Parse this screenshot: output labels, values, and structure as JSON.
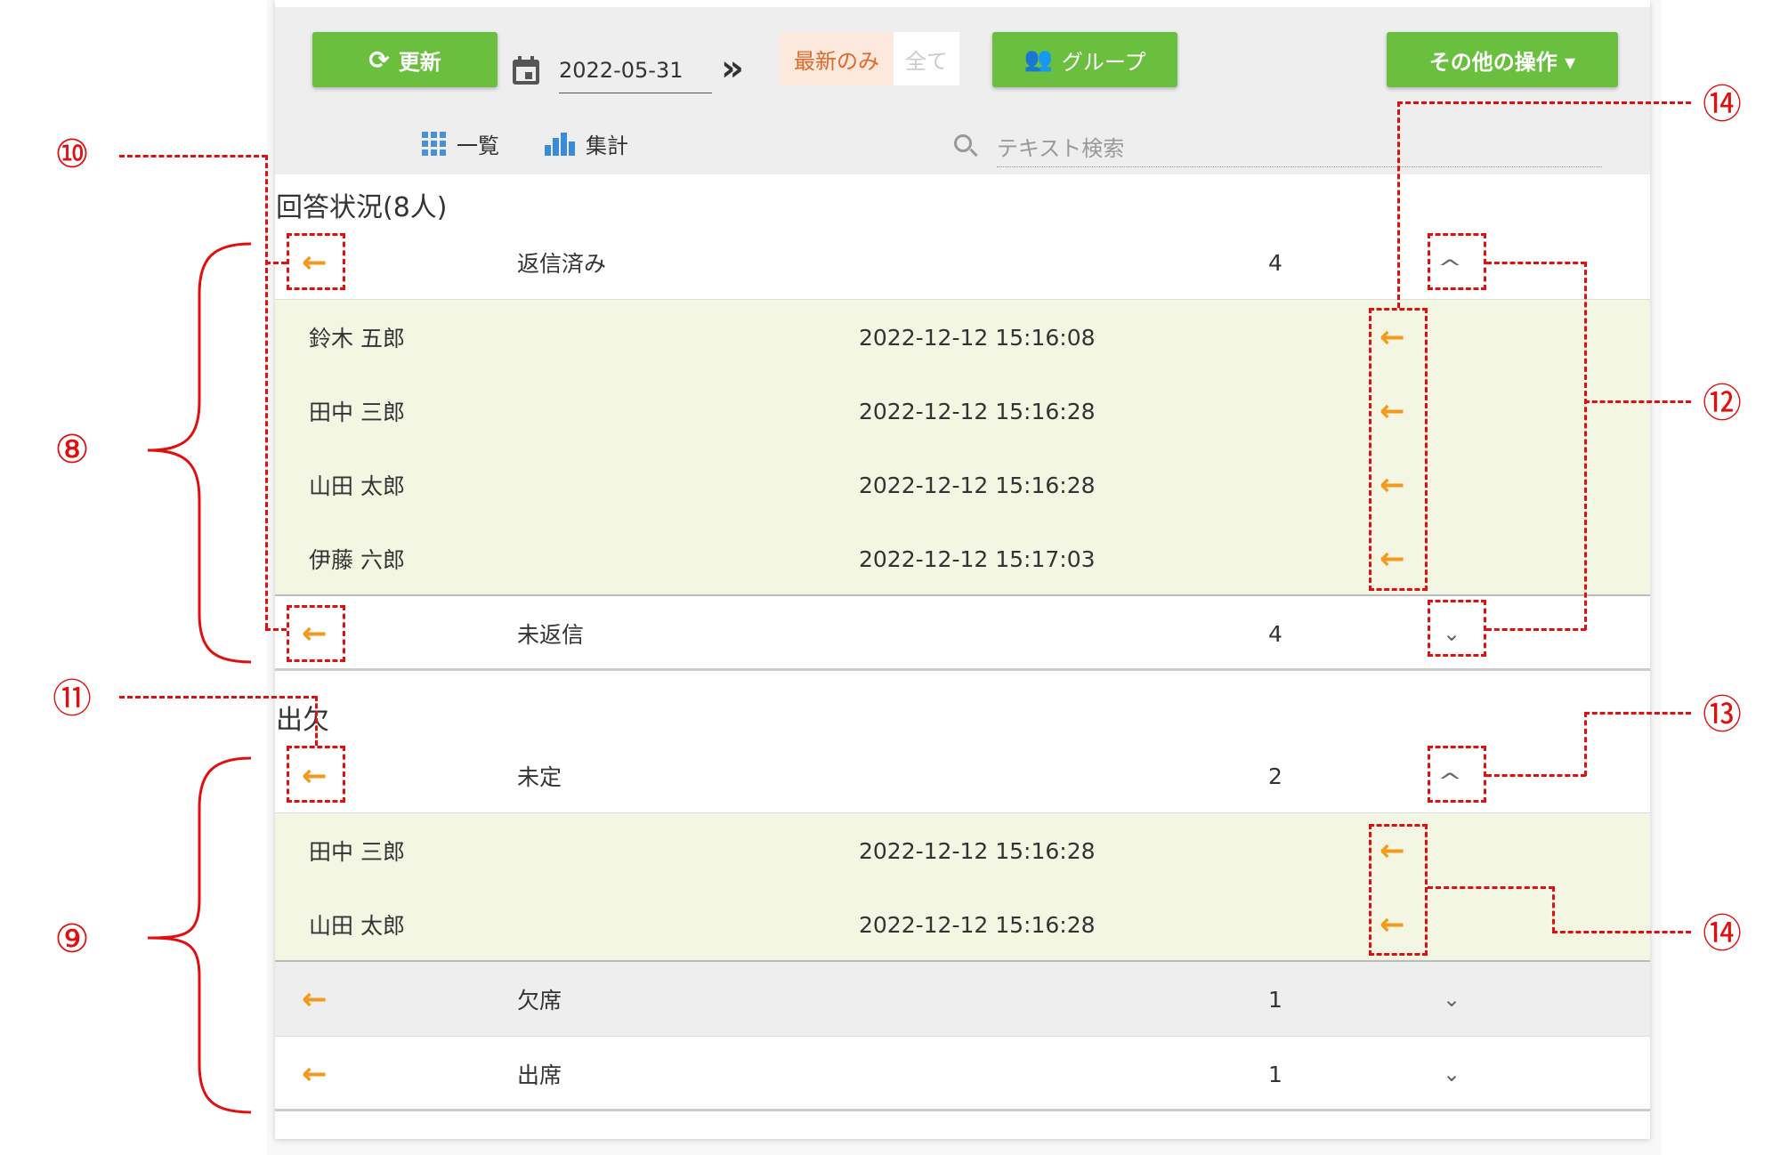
{
  "toolbar": {
    "refresh_label": "更新",
    "date_value": "2022-05-31",
    "filter_latest_label": "最新のみ",
    "filter_all_label": "全て",
    "group_label": "グループ",
    "other_actions_label": "その他の操作 ▾",
    "view_list_label": "一覧",
    "view_summary_label": "集計",
    "search_placeholder": "テキスト検索"
  },
  "section1": {
    "title": "回答状況(8人)",
    "groups": [
      {
        "label": "返信済み",
        "count": "4"
      },
      {
        "label": "未返信",
        "count": "4"
      }
    ],
    "details": [
      {
        "name": "鈴木 五郎",
        "time": "2022-12-12 15:16:08"
      },
      {
        "name": "田中 三郎",
        "time": "2022-12-12 15:16:28"
      },
      {
        "name": "山田 太郎",
        "time": "2022-12-12 15:16:28"
      },
      {
        "name": "伊藤 六郎",
        "time": "2022-12-12 15:17:03"
      }
    ]
  },
  "section2": {
    "title": "出欠",
    "groups": [
      {
        "label": "未定",
        "count": "2"
      },
      {
        "label": "欠席",
        "count": "1"
      },
      {
        "label": "出席",
        "count": "1"
      }
    ],
    "details": [
      {
        "name": "田中 三郎",
        "time": "2022-12-12 15:16:28"
      },
      {
        "name": "山田 太郎",
        "time": "2022-12-12 15:16:28"
      }
    ]
  },
  "icons": {
    "arrow": "←",
    "caret_up": "^",
    "caret_down": "⌄"
  },
  "callouts": {
    "c8": "⑧",
    "c9": "⑨",
    "c10": "⑩",
    "c11": "⑪",
    "c12": "⑫",
    "c13": "⑬",
    "c14a": "⑭",
    "c14b": "⑭"
  },
  "colors": {
    "accent_green": "#6abf3f",
    "arrow_orange": "#f39a1e",
    "annotation_red": "#e01010",
    "detail_bg": "#f4f6e4"
  }
}
